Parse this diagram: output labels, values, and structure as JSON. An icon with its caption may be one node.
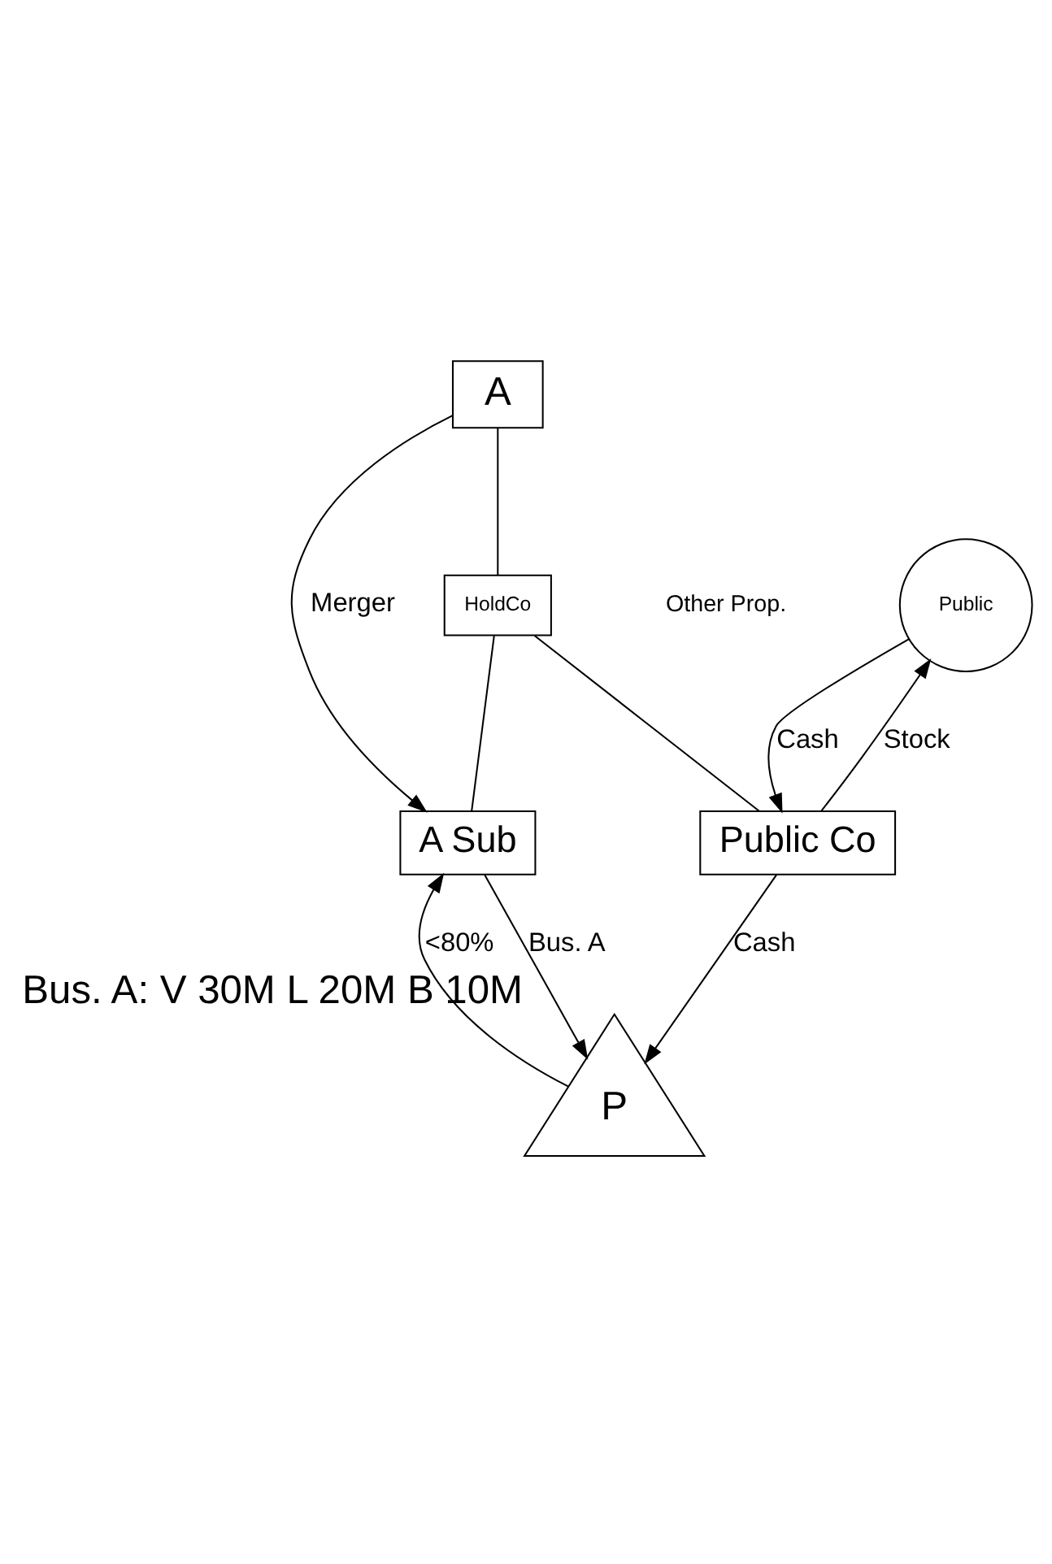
{
  "diagram": {
    "nodes": [
      {
        "text": [
          "A"
        ]
      },
      {
        "text": [
          "HoldCo"
        ]
      },
      {
        "text": [
          "Public"
        ]
      },
      {
        "text": [
          "A Sub"
        ]
      },
      {
        "text": [
          "Public Co"
        ]
      },
      {
        "text": [
          "P"
        ],
        "beside": [
          "Bus. A: V 30M L 20M B 10M"
        ]
      }
    ],
    "edges": [
      {
        "from": 0,
        "to": 1,
        "arrow": "none"
      },
      {
        "from": 0,
        "to": 3,
        "arrow": "to",
        "label": "Merger"
      },
      {
        "from": 1,
        "to": 3,
        "arrow": "none"
      },
      {
        "from": 1,
        "to": 4,
        "arrow": "none"
      },
      {
        "from": 4,
        "to": 2,
        "arrow": "to",
        "label": "Stock"
      },
      {
        "from": 2,
        "to": 4,
        "arrow": "to",
        "label": "Cash"
      },
      {
        "from": 3,
        "to": 5,
        "arrow": "to",
        "label": "Bus. A"
      },
      {
        "from": 5,
        "to": 3,
        "arrow": "to",
        "label": "<80%"
      },
      {
        "from": 4,
        "to": 5,
        "arrow": "to",
        "label": "Cash"
      }
    ],
    "labels": [
      "Other Prop."
    ]
  }
}
